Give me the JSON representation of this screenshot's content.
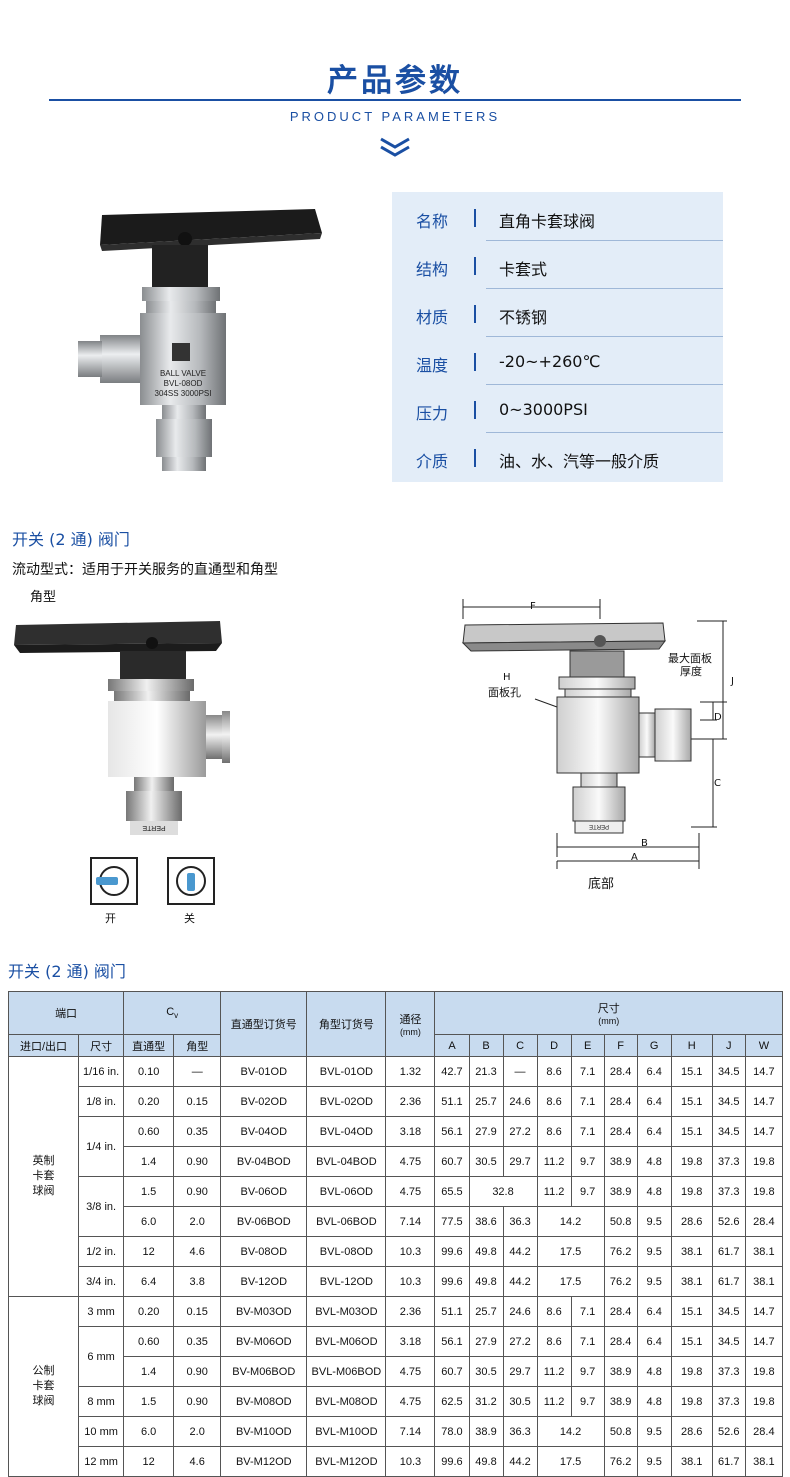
{
  "header": {
    "title": "产品参数",
    "subtitle": "PRODUCT PARAMETERS"
  },
  "product_photo": {
    "engraving": [
      "BALL VALVE",
      "BVL-08OD",
      "304SS 3000PSI"
    ]
  },
  "specs": [
    {
      "label": "名称",
      "value": "直角卡套球阀"
    },
    {
      "label": "结构",
      "value": "卡套式"
    },
    {
      "label": "材质",
      "value": "不锈钢"
    },
    {
      "label": "温度",
      "value": "-20~+260℃"
    },
    {
      "label": "压力",
      "value": "0~3000PSI"
    },
    {
      "label": "介质",
      "value": "油、水、汽等一般介质"
    }
  ],
  "section1": {
    "title": "开关 (2 通) 阀门",
    "flow_desc": "流动型式：适用于开关服务的直通型和角型",
    "type_label": "角型",
    "open_label": "开",
    "close_label": "关",
    "fitting_mark": "PERTE"
  },
  "drawing": {
    "labels": {
      "F": "F",
      "H": "H",
      "panel_hole": "面板孔",
      "max_panel_1": "最大面板",
      "max_panel_2": "厚度",
      "J": "J",
      "D": "D",
      "C": "C",
      "B": "B",
      "A": "A",
      "bottom": "底部"
    }
  },
  "section2": {
    "title": "开关 (2 通) 阀门"
  },
  "table": {
    "headers": {
      "port": "端口",
      "cv": "C",
      "cv_sub": "v",
      "straight_order": "直通型订货号",
      "angle_order": "角型订货号",
      "bore": "通径",
      "bore_unit": "(mm)",
      "dims": "尺寸",
      "dims_unit": "(mm)",
      "inout": "进口/出口",
      "size": "尺寸",
      "straight": "直通型",
      "angle": "角型",
      "dim_cols": [
        "A",
        "B",
        "C",
        "D",
        "E",
        "F",
        "G",
        "H",
        "J",
        "W"
      ]
    },
    "groups": [
      {
        "name_lines": [
          "英制",
          "卡套",
          "球阀"
        ]
      },
      {
        "name_lines": [
          "公制",
          "卡套",
          "球阀"
        ]
      }
    ],
    "imperial": [
      {
        "size": "1/16 in.",
        "cv_s": "0.10",
        "cv_a": "—",
        "so": "BV-01OD",
        "ao": "BVL-01OD",
        "bore": "1.32",
        "A": "42.7",
        "B": "21.3",
        "C": "—",
        "D": "8.6",
        "E": "7.1",
        "F": "28.4",
        "G": "6.4",
        "H": "15.1",
        "J": "34.5",
        "W": "14.7"
      },
      {
        "size": "1/8 in.",
        "cv_s": "0.20",
        "cv_a": "0.15",
        "so": "BV-02OD",
        "ao": "BVL-02OD",
        "bore": "2.36",
        "A": "51.1",
        "B": "25.7",
        "C": "24.6",
        "D": "8.6",
        "E": "7.1",
        "F": "28.4",
        "G": "6.4",
        "H": "15.1",
        "J": "34.5",
        "W": "14.7"
      },
      {
        "size": "1/4 in.",
        "cv_s": "0.60",
        "cv_a": "0.35",
        "so": "BV-04OD",
        "ao": "BVL-04OD",
        "bore": "3.18",
        "A": "56.1",
        "B": "27.9",
        "C": "27.2",
        "D": "8.6",
        "E": "7.1",
        "F": "28.4",
        "G": "6.4",
        "H": "15.1",
        "J": "34.5",
        "W": "14.7"
      },
      {
        "size": "",
        "cv_s": "1.4",
        "cv_a": "0.90",
        "so": "BV-04BOD",
        "ao": "BVL-04BOD",
        "bore": "4.75",
        "A": "60.7",
        "B": "30.5",
        "C": "29.7",
        "D": "11.2",
        "E": "9.7",
        "F": "38.9",
        "G": "4.8",
        "H": "19.8",
        "J": "37.3",
        "W": "19.8"
      },
      {
        "size": "3/8 in.",
        "cv_s": "1.5",
        "cv_a": "0.90",
        "so": "BV-06OD",
        "ao": "BVL-06OD",
        "bore": "4.75",
        "A": "65.5",
        "BC": "32.8",
        "D": "11.2",
        "E": "9.7",
        "F": "38.9",
        "G": "4.8",
        "H": "19.8",
        "J": "37.3",
        "W": "19.8"
      },
      {
        "size": "",
        "cv_s": "6.0",
        "cv_a": "2.0",
        "so": "BV-06BOD",
        "ao": "BVL-06BOD",
        "bore": "7.14",
        "A": "77.5",
        "B": "38.6",
        "C": "36.3",
        "DE": "14.2",
        "F": "50.8",
        "G": "9.5",
        "H": "28.6",
        "J": "52.6",
        "W": "28.4"
      },
      {
        "size": "1/2 in.",
        "cv_s": "12",
        "cv_a": "4.6",
        "so": "BV-08OD",
        "ao": "BVL-08OD",
        "bore": "10.3",
        "A": "99.6",
        "B": "49.8",
        "C": "44.2",
        "DE": "17.5",
        "F": "76.2",
        "G": "9.5",
        "H": "38.1",
        "J": "61.7",
        "W": "38.1"
      },
      {
        "size": "3/4 in.",
        "cv_s": "6.4",
        "cv_a": "3.8",
        "so": "BV-12OD",
        "ao": "BVL-12OD",
        "bore": "10.3",
        "A": "99.6",
        "B": "49.8",
        "C": "44.2",
        "DE": "17.5",
        "F": "76.2",
        "G": "9.5",
        "H": "38.1",
        "J": "61.7",
        "W": "38.1"
      }
    ],
    "metric": [
      {
        "size": "3 mm",
        "cv_s": "0.20",
        "cv_a": "0.15",
        "so": "BV-M03OD",
        "ao": "BVL-M03OD",
        "bore": "2.36",
        "A": "51.1",
        "B": "25.7",
        "C": "24.6",
        "D": "8.6",
        "E": "7.1",
        "F": "28.4",
        "G": "6.4",
        "H": "15.1",
        "J": "34.5",
        "W": "14.7"
      },
      {
        "size": "6 mm",
        "cv_s": "0.60",
        "cv_a": "0.35",
        "so": "BV-M06OD",
        "ao": "BVL-M06OD",
        "bore": "3.18",
        "A": "56.1",
        "B": "27.9",
        "C": "27.2",
        "D": "8.6",
        "E": "7.1",
        "F": "28.4",
        "G": "6.4",
        "H": "15.1",
        "J": "34.5",
        "W": "14.7"
      },
      {
        "size": "",
        "cv_s": "1.4",
        "cv_a": "0.90",
        "so": "BV-M06BOD",
        "ao": "BVL-M06BOD",
        "bore": "4.75",
        "A": "60.7",
        "B": "30.5",
        "C": "29.7",
        "D": "11.2",
        "E": "9.7",
        "F": "38.9",
        "G": "4.8",
        "H": "19.8",
        "J": "37.3",
        "W": "19.8"
      },
      {
        "size": "8 mm",
        "cv_s": "1.5",
        "cv_a": "0.90",
        "so": "BV-M08OD",
        "ao": "BVL-M08OD",
        "bore": "4.75",
        "A": "62.5",
        "B": "31.2",
        "C": "30.5",
        "D": "11.2",
        "E": "9.7",
        "F": "38.9",
        "G": "4.8",
        "H": "19.8",
        "J": "37.3",
        "W": "19.8"
      },
      {
        "size": "10 mm",
        "cv_s": "6.0",
        "cv_a": "2.0",
        "so": "BV-M10OD",
        "ao": "BVL-M10OD",
        "bore": "7.14",
        "A": "78.0",
        "B": "38.9",
        "C": "36.3",
        "DE": "14.2",
        "F": "50.8",
        "G": "9.5",
        "H": "28.6",
        "J": "52.6",
        "W": "28.4"
      },
      {
        "size": "12 mm",
        "cv_s": "12",
        "cv_a": "4.6",
        "so": "BV-M12OD",
        "ao": "BVL-M12OD",
        "bore": "10.3",
        "A": "99.6",
        "B": "49.8",
        "C": "44.2",
        "DE": "17.5",
        "F": "76.2",
        "G": "9.5",
        "H": "38.1",
        "J": "61.7",
        "W": "38.1"
      }
    ]
  }
}
